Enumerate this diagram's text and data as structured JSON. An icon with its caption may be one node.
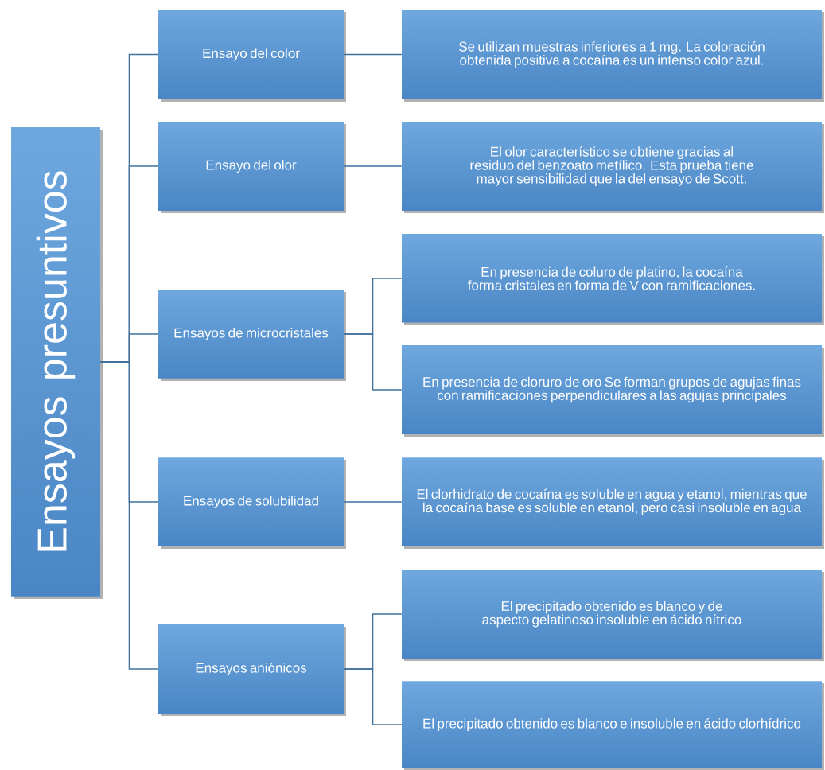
{
  "diagram": {
    "nodes": [
      {
        "text": [
          "Ensayos presuntivos"
        ]
      },
      {
        "text": [
          "Ensayo del color"
        ]
      },
      {
        "text": [
          "Ensayo del olor"
        ]
      },
      {
        "text": [
          "Ensayos de microcristales"
        ]
      },
      {
        "text": [
          "Ensayos de solubilidad"
        ]
      },
      {
        "text": [
          "Ensayos aniónicos"
        ]
      },
      {
        "text": [
          "Se utilizan muestras inferiores a 1 mg. La coloración obtenida positiva a cocaína es un intenso color azul."
        ]
      },
      {
        "text": [
          "El olor característico se obtiene gracias al residuo del benzoato metílico. Esta prueba tiene mayor sensibilidad que la del ensayo de Scott."
        ]
      },
      {
        "text": [
          "En presencia de coluro de platino, la cocaína forma cristales en forma de V con ramificaciones."
        ]
      },
      {
        "text": [
          "En presencia de cloruro de oro Se forman grupos de agujas finas con ramificaciones perpendiculares a las agujas principales"
        ]
      },
      {
        "text": [
          "El clorhidrato de cocaína es soluble en agua y etanol, mientras que la cocaína base es soluble en etanol, pero casi insoluble en agua"
        ]
      },
      {
        "text": [
          "El precipitado obtenido es blanco y de aspecto gelatinoso insoluble en ácido nítrico"
        ]
      },
      {
        "text": [
          "El precipitado obtenido es blanco e insoluble en ácido clorhídrico"
        ]
      }
    ],
    "edges": [
      {
        "from": 0,
        "to": 1,
        "arrow": "none"
      },
      {
        "from": 0,
        "to": 2,
        "arrow": "none"
      },
      {
        "from": 0,
        "to": 3,
        "arrow": "none"
      },
      {
        "from": 0,
        "to": 4,
        "arrow": "none"
      },
      {
        "from": 0,
        "to": 5,
        "arrow": "none"
      },
      {
        "from": 1,
        "to": 6,
        "arrow": "none"
      },
      {
        "from": 2,
        "to": 7,
        "arrow": "none"
      },
      {
        "from": 3,
        "to": 8,
        "arrow": "none"
      },
      {
        "from": 3,
        "to": 9,
        "arrow": "none"
      },
      {
        "from": 4,
        "to": 10,
        "arrow": "none"
      },
      {
        "from": 5,
        "to": 11,
        "arrow": "none"
      },
      {
        "from": 5,
        "to": 12,
        "arrow": "none"
      }
    ]
  }
}
